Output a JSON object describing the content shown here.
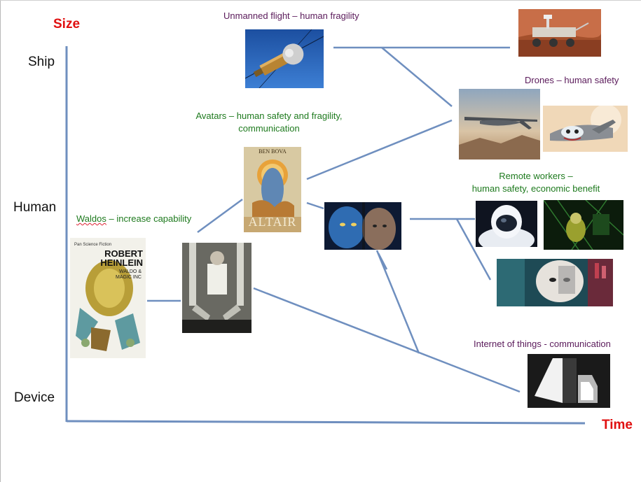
{
  "axes": {
    "y_title": "Size",
    "x_title": "Time",
    "y_levels": [
      "Ship",
      "Human",
      "Device"
    ]
  },
  "labels": {
    "unmanned": "Unmanned flight – human fragility",
    "drones": "Drones – human safety",
    "avatars_line1": "Avatars – human safety and fragility,",
    "avatars_line2": "communication",
    "waldos_word": "Waldos",
    "waldos_rest": " – increase capability",
    "remote_line1": "Remote workers –",
    "remote_line2": "human safety, economic benefit",
    "iot": "Internet of things - communication"
  },
  "book_heinlein": {
    "publisher": "Pan Science Fiction",
    "author_line1": "ROBERT",
    "author_line2": "HEINLEIN",
    "title_line1": "WALDO &",
    "title_line2": "MAGIC INC"
  },
  "book_bova": {
    "author": "BEN BOVA",
    "title": "ALTAIR"
  },
  "colors": {
    "axis_title": "#e01010",
    "line": "#6f8fbf",
    "purple_text": "#5a1a5a",
    "green_text": "#1e7a1e"
  }
}
